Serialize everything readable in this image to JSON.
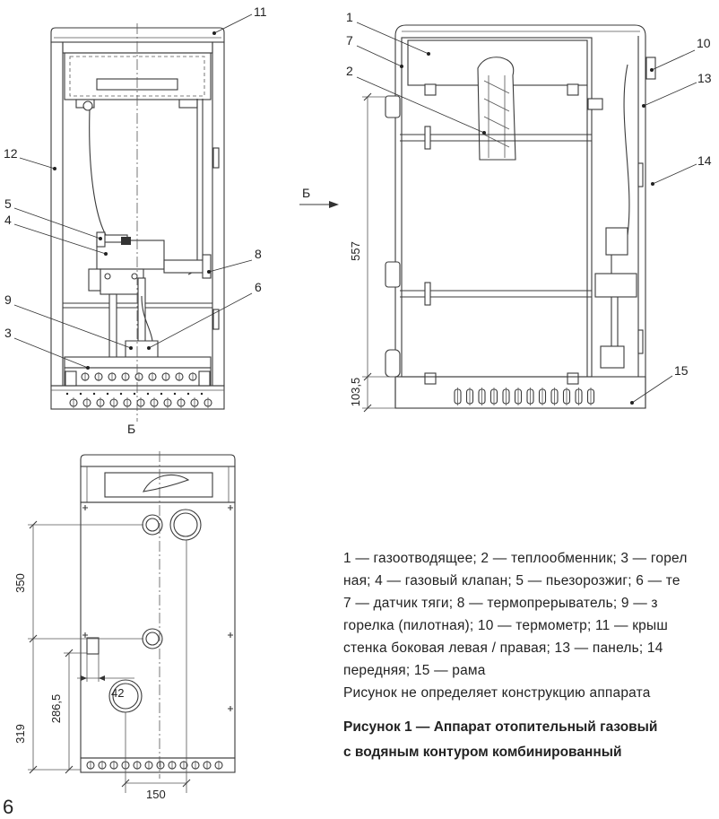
{
  "figure": {
    "front_view": {
      "callouts": {
        "c11": "11",
        "c12": "12",
        "c5": "5",
        "c4": "4",
        "c8": "8",
        "c9": "9",
        "c6": "6",
        "c3": "3"
      },
      "section_label": "Б"
    },
    "side_view": {
      "callouts": {
        "c1": "1",
        "c7": "7",
        "c2": "2",
        "c10": "10",
        "c13": "13",
        "c14": "14",
        "c15": "15"
      },
      "view_arrow_label": "Б",
      "dimensions": {
        "height": "557",
        "base": "103,5"
      }
    },
    "back_view": {
      "dimensions": {
        "d350": "350",
        "d319": "319",
        "d286_5": "286,5",
        "d42": "42",
        "d150": "150"
      }
    }
  },
  "legend": {
    "lines": [
      "1 — газоотводящее; 2 — теплообменник; 3 — горел",
      "ная; 4 — газовый клапан; 5 — пьезорозжиг; 6 — те",
      "7 — датчик тяги; 8 — термопрерыватель;  9 — з",
      "горелка (пилотная); 10 — термометр; 11 — крыш",
      "стенка  боковая левая / правая; 13 — панель; 14",
      "передняя; 15 — рама"
    ],
    "note": "Рисунок не определяет конструкцию аппарата",
    "caption": [
      "Рисунок 1 — Аппарат отопительный газовый",
      "с водяным контуром комбинированный"
    ]
  },
  "page_number": "6"
}
